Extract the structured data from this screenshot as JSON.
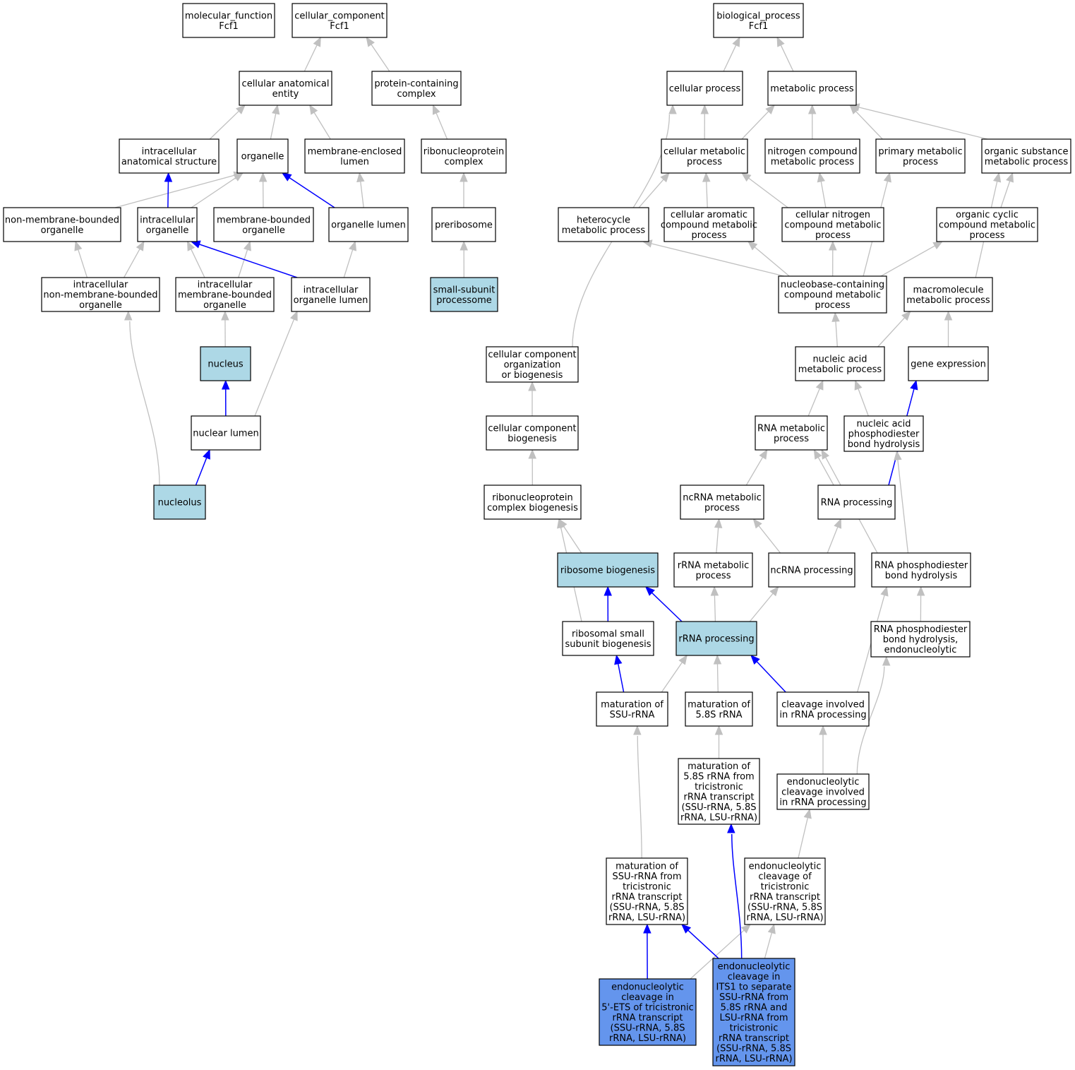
{
  "colors": {
    "default_fill": "#ffffff",
    "highlight_fill": "#add8e6",
    "focus_fill": "#6495ed",
    "gray_edge": "#c0c0c0",
    "blue_edge": "#0000ff"
  },
  "nodes": [
    {
      "id": "mf_root",
      "label": [
        "molecular_function",
        "Fcf1"
      ],
      "fill": "white"
    },
    {
      "id": "cc_root",
      "label": [
        "cellular_component",
        "Fcf1"
      ],
      "fill": "white"
    },
    {
      "id": "bp_root",
      "label": [
        "biological_process",
        "Fcf1"
      ],
      "fill": "white"
    },
    {
      "id": "cell_anat_entity",
      "label": [
        "cellular anatomical",
        "entity"
      ],
      "fill": "white"
    },
    {
      "id": "protein_complex",
      "label": [
        "protein-containing",
        "complex"
      ],
      "fill": "white"
    },
    {
      "id": "cellular_process",
      "label": [
        "cellular process"
      ],
      "fill": "white"
    },
    {
      "id": "metabolic_process",
      "label": [
        "metabolic process"
      ],
      "fill": "white"
    },
    {
      "id": "intracell_anat",
      "label": [
        "intracellular",
        "anatomical structure"
      ],
      "fill": "white"
    },
    {
      "id": "organelle",
      "label": [
        "organelle"
      ],
      "fill": "white"
    },
    {
      "id": "membrane_enclosed_lumen",
      "label": [
        "membrane-enclosed",
        "lumen"
      ],
      "fill": "white"
    },
    {
      "id": "rnp_complex",
      "label": [
        "ribonucleoprotein",
        "complex"
      ],
      "fill": "white"
    },
    {
      "id": "cell_metabolic",
      "label": [
        "cellular metabolic",
        "process"
      ],
      "fill": "white"
    },
    {
      "id": "nitrogen_metabolic",
      "label": [
        "nitrogen compound",
        "metabolic process"
      ],
      "fill": "white"
    },
    {
      "id": "primary_metabolic",
      "label": [
        "primary metabolic",
        "process"
      ],
      "fill": "white"
    },
    {
      "id": "organic_subst",
      "label": [
        "organic substance",
        "metabolic process"
      ],
      "fill": "white"
    },
    {
      "id": "non_membrane_org",
      "label": [
        "non-membrane-bounded",
        "organelle"
      ],
      "fill": "white"
    },
    {
      "id": "intracell_org",
      "label": [
        "intracellular",
        "organelle"
      ],
      "fill": "white"
    },
    {
      "id": "membrane_bounded_org",
      "label": [
        "membrane-bounded",
        "organelle"
      ],
      "fill": "white"
    },
    {
      "id": "organelle_lumen",
      "label": [
        "organelle lumen"
      ],
      "fill": "white"
    },
    {
      "id": "preribosome",
      "label": [
        "preribosome"
      ],
      "fill": "white"
    },
    {
      "id": "heterocycle",
      "label": [
        "heterocycle",
        "metabolic process"
      ],
      "fill": "white"
    },
    {
      "id": "cell_aromatic",
      "label": [
        "cellular aromatic",
        "compound metabolic",
        "process"
      ],
      "fill": "white"
    },
    {
      "id": "cell_nitrogen",
      "label": [
        "cellular nitrogen",
        "compound metabolic",
        "process"
      ],
      "fill": "white"
    },
    {
      "id": "organic_cyclic",
      "label": [
        "organic cyclic",
        "compound metabolic",
        "process"
      ],
      "fill": "white"
    },
    {
      "id": "intracell_nonmem",
      "label": [
        "intracellular",
        "non-membrane-bounded",
        "organelle"
      ],
      "fill": "white"
    },
    {
      "id": "intracell_mem",
      "label": [
        "intracellular",
        "membrane-bounded",
        "organelle"
      ],
      "fill": "white"
    },
    {
      "id": "intracell_org_lumen",
      "label": [
        "intracellular",
        "organelle lumen"
      ],
      "fill": "white"
    },
    {
      "id": "ssu_processome",
      "label": [
        "small-subunit",
        "processome"
      ],
      "fill": "light"
    },
    {
      "id": "nucleobase",
      "label": [
        "nucleobase-containing",
        "compound metabolic",
        "process"
      ],
      "fill": "white"
    },
    {
      "id": "macromolecule",
      "label": [
        "macromolecule",
        "metabolic process"
      ],
      "fill": "white"
    },
    {
      "id": "nucleus",
      "label": [
        "nucleus"
      ],
      "fill": "light"
    },
    {
      "id": "cc_org_biog",
      "label": [
        "cellular component",
        "organization",
        "or biogenesis"
      ],
      "fill": "white"
    },
    {
      "id": "nucleic_acid_met",
      "label": [
        "nucleic acid",
        "metabolic process"
      ],
      "fill": "white"
    },
    {
      "id": "gene_expression",
      "label": [
        "gene expression"
      ],
      "fill": "white"
    },
    {
      "id": "nuclear_lumen",
      "label": [
        "nuclear lumen"
      ],
      "fill": "white"
    },
    {
      "id": "cc_biog",
      "label": [
        "cellular component",
        "biogenesis"
      ],
      "fill": "white"
    },
    {
      "id": "rna_metabolic",
      "label": [
        "RNA metabolic",
        "process"
      ],
      "fill": "white"
    },
    {
      "id": "na_phosphodiester",
      "label": [
        "nucleic acid",
        "phosphodiester",
        "bond hydrolysis"
      ],
      "fill": "white"
    },
    {
      "id": "nucleolus",
      "label": [
        "nucleolus"
      ],
      "fill": "light"
    },
    {
      "id": "rnp_biog",
      "label": [
        "ribonucleoprotein",
        "complex biogenesis"
      ],
      "fill": "white"
    },
    {
      "id": "ncrna_metabolic",
      "label": [
        "ncRNA metabolic",
        "process"
      ],
      "fill": "white"
    },
    {
      "id": "rna_processing",
      "label": [
        "RNA processing"
      ],
      "fill": "white"
    },
    {
      "id": "ribosome_biog",
      "label": [
        "ribosome biogenesis"
      ],
      "fill": "light"
    },
    {
      "id": "rrna_metabolic",
      "label": [
        "rRNA metabolic",
        "process"
      ],
      "fill": "white"
    },
    {
      "id": "ncrna_processing",
      "label": [
        "ncRNA processing"
      ],
      "fill": "white"
    },
    {
      "id": "rna_phosphodiester",
      "label": [
        "RNA phosphodiester",
        "bond hydrolysis"
      ],
      "fill": "white"
    },
    {
      "id": "ribosomal_ssu_biog",
      "label": [
        "ribosomal small",
        "subunit biogenesis"
      ],
      "fill": "white"
    },
    {
      "id": "rrna_processing",
      "label": [
        "rRNA processing"
      ],
      "fill": "light"
    },
    {
      "id": "rna_phos_endo",
      "label": [
        "RNA phosphodiester",
        "bond hydrolysis,",
        "endonucleolytic"
      ],
      "fill": "white"
    },
    {
      "id": "mat_ssu",
      "label": [
        "maturation of",
        "SSU-rRNA"
      ],
      "fill": "white"
    },
    {
      "id": "mat_58s",
      "label": [
        "maturation of",
        "5.8S rRNA"
      ],
      "fill": "white"
    },
    {
      "id": "cleavage_rrna",
      "label": [
        "cleavage involved",
        "in rRNA processing"
      ],
      "fill": "white"
    },
    {
      "id": "mat_58s_tri",
      "label": [
        "maturation of",
        "5.8S rRNA from",
        "tricistronic",
        "rRNA transcript",
        "(SSU-rRNA, 5.8S",
        "rRNA, LSU-rRNA)"
      ],
      "fill": "white"
    },
    {
      "id": "endo_cleavage_rrna",
      "label": [
        "endonucleolytic",
        "cleavage involved",
        "in rRNA processing"
      ],
      "fill": "white"
    },
    {
      "id": "mat_ssu_tri",
      "label": [
        "maturation of",
        "SSU-rRNA from",
        "tricistronic",
        "rRNA transcript",
        "(SSU-rRNA, 5.8S",
        "rRNA, LSU-rRNA)"
      ],
      "fill": "white"
    },
    {
      "id": "endo_tri",
      "label": [
        "endonucleolytic",
        "cleavage of",
        "tricistronic",
        "rRNA transcript",
        "(SSU-rRNA, 5.8S",
        "rRNA, LSU-rRNA)"
      ],
      "fill": "white"
    },
    {
      "id": "endo_5ets",
      "label": [
        "endonucleolytic",
        "cleavage in",
        "5'-ETS of tricistronic",
        "rRNA transcript",
        "(SSU-rRNA, 5.8S",
        "rRNA, LSU-rRNA)"
      ],
      "fill": "focus"
    },
    {
      "id": "endo_its1",
      "label": [
        "endonucleolytic",
        "cleavage in",
        "ITS1 to separate",
        "SSU-rRNA from",
        "5.8S rRNA and",
        "LSU-rRNA from",
        "tricistronic",
        "rRNA transcript",
        "(SSU-rRNA, 5.8S",
        "rRNA, LSU-rRNA)"
      ],
      "fill": "focus"
    }
  ],
  "edges": [
    {
      "from": "cell_anat_entity",
      "to": "cc_root",
      "color": "gray"
    },
    {
      "from": "protein_complex",
      "to": "cc_root",
      "color": "gray"
    },
    {
      "from": "intracell_anat",
      "to": "cell_anat_entity",
      "color": "gray"
    },
    {
      "from": "organelle",
      "to": "cell_anat_entity",
      "color": "gray"
    },
    {
      "from": "membrane_enclosed_lumen",
      "to": "cell_anat_entity",
      "color": "gray"
    },
    {
      "from": "rnp_complex",
      "to": "protein_complex",
      "color": "gray"
    },
    {
      "from": "non_membrane_org",
      "to": "organelle",
      "color": "gray"
    },
    {
      "from": "intracell_org",
      "to": "organelle",
      "color": "gray"
    },
    {
      "from": "intracell_org",
      "to": "intracell_anat",
      "color": "blue"
    },
    {
      "from": "membrane_bounded_org",
      "to": "organelle",
      "color": "gray"
    },
    {
      "from": "organelle_lumen",
      "to": "organelle",
      "color": "blue"
    },
    {
      "from": "organelle_lumen",
      "to": "membrane_enclosed_lumen",
      "color": "gray"
    },
    {
      "from": "preribosome",
      "to": "rnp_complex",
      "color": "gray"
    },
    {
      "from": "intracell_nonmem",
      "to": "non_membrane_org",
      "color": "gray"
    },
    {
      "from": "intracell_nonmem",
      "to": "intracell_org",
      "color": "gray"
    },
    {
      "from": "intracell_mem",
      "to": "intracell_org",
      "color": "gray"
    },
    {
      "from": "intracell_mem",
      "to": "membrane_bounded_org",
      "color": "gray"
    },
    {
      "from": "intracell_org_lumen",
      "to": "intracell_org",
      "color": "blue"
    },
    {
      "from": "intracell_org_lumen",
      "to": "organelle_lumen",
      "color": "gray"
    },
    {
      "from": "ssu_processome",
      "to": "preribosome",
      "color": "gray"
    },
    {
      "from": "nucleus",
      "to": "intracell_mem",
      "color": "gray"
    },
    {
      "from": "nuclear_lumen",
      "to": "nucleus",
      "color": "blue"
    },
    {
      "from": "nuclear_lumen",
      "to": "intracell_org_lumen",
      "color": "gray"
    },
    {
      "from": "nucleolus",
      "to": "nuclear_lumen",
      "color": "blue"
    },
    {
      "from": "nucleolus",
      "to": "intracell_nonmem",
      "color": "gray"
    },
    {
      "from": "cellular_process",
      "to": "bp_root",
      "color": "gray"
    },
    {
      "from": "metabolic_process",
      "to": "bp_root",
      "color": "gray"
    },
    {
      "from": "cell_metabolic",
      "to": "cellular_process",
      "color": "gray"
    },
    {
      "from": "cell_metabolic",
      "to": "metabolic_process",
      "color": "gray"
    },
    {
      "from": "nitrogen_metabolic",
      "to": "metabolic_process",
      "color": "gray"
    },
    {
      "from": "primary_metabolic",
      "to": "metabolic_process",
      "color": "gray"
    },
    {
      "from": "organic_subst",
      "to": "metabolic_process",
      "color": "gray"
    },
    {
      "from": "heterocycle",
      "to": "cell_metabolic",
      "color": "gray"
    },
    {
      "from": "cell_aromatic",
      "to": "cell_metabolic",
      "color": "gray"
    },
    {
      "from": "cell_nitrogen",
      "to": "cell_metabolic",
      "color": "gray"
    },
    {
      "from": "cell_nitrogen",
      "to": "nitrogen_metabolic",
      "color": "gray"
    },
    {
      "from": "organic_cyclic",
      "to": "organic_subst",
      "color": "gray"
    },
    {
      "from": "nucleobase",
      "to": "heterocycle",
      "color": "gray"
    },
    {
      "from": "nucleobase",
      "to": "cell_aromatic",
      "color": "gray"
    },
    {
      "from": "nucleobase",
      "to": "cell_nitrogen",
      "color": "gray"
    },
    {
      "from": "nucleobase",
      "to": "organic_cyclic",
      "color": "gray"
    },
    {
      "from": "nucleobase",
      "to": "primary_metabolic",
      "color": "gray"
    },
    {
      "from": "macromolecule",
      "to": "organic_subst",
      "color": "gray"
    },
    {
      "from": "nucleic_acid_met",
      "to": "nucleobase",
      "color": "gray"
    },
    {
      "from": "nucleic_acid_met",
      "to": "macromolecule",
      "color": "gray"
    },
    {
      "from": "gene_expression",
      "to": "macromolecule",
      "color": "gray"
    },
    {
      "from": "cc_org_biog",
      "to": "cellular_process",
      "color": "gray"
    },
    {
      "from": "cc_biog",
      "to": "cc_org_biog",
      "color": "gray"
    },
    {
      "from": "rnp_biog",
      "to": "cc_biog",
      "color": "gray"
    },
    {
      "from": "rna_metabolic",
      "to": "nucleic_acid_met",
      "color": "gray"
    },
    {
      "from": "na_phosphodiester",
      "to": "nucleic_acid_met",
      "color": "gray"
    },
    {
      "from": "ncrna_metabolic",
      "to": "rna_metabolic",
      "color": "gray"
    },
    {
      "from": "rna_processing",
      "to": "rna_metabolic",
      "color": "gray"
    },
    {
      "from": "rna_processing",
      "to": "gene_expression",
      "color": "blue"
    },
    {
      "from": "ribosome_biog",
      "to": "rnp_biog",
      "color": "gray"
    },
    {
      "from": "rrna_metabolic",
      "to": "ncrna_metabolic",
      "color": "gray"
    },
    {
      "from": "ncrna_processing",
      "to": "ncrna_metabolic",
      "color": "gray"
    },
    {
      "from": "ncrna_processing",
      "to": "rna_processing",
      "color": "gray"
    },
    {
      "from": "rna_phosphodiester",
      "to": "rna_metabolic",
      "color": "gray"
    },
    {
      "from": "rna_phosphodiester",
      "to": "na_phosphodiester",
      "color": "gray"
    },
    {
      "from": "ribosomal_ssu_biog",
      "to": "ribosome_biog",
      "color": "blue"
    },
    {
      "from": "ribosomal_ssu_biog",
      "to": "rnp_biog",
      "color": "gray"
    },
    {
      "from": "rrna_processing",
      "to": "ribosome_biog",
      "color": "blue"
    },
    {
      "from": "rrna_processing",
      "to": "rrna_metabolic",
      "color": "gray"
    },
    {
      "from": "rrna_processing",
      "to": "ncrna_processing",
      "color": "gray"
    },
    {
      "from": "rna_phos_endo",
      "to": "rna_phosphodiester",
      "color": "gray"
    },
    {
      "from": "mat_ssu",
      "to": "ribosomal_ssu_biog",
      "color": "blue"
    },
    {
      "from": "mat_ssu",
      "to": "rrna_processing",
      "color": "gray"
    },
    {
      "from": "mat_58s",
      "to": "rrna_processing",
      "color": "gray"
    },
    {
      "from": "cleavage_rrna",
      "to": "rrna_processing",
      "color": "blue"
    },
    {
      "from": "cleavage_rrna",
      "to": "rna_phosphodiester",
      "color": "gray"
    },
    {
      "from": "mat_58s_tri",
      "to": "mat_58s",
      "color": "gray"
    },
    {
      "from": "endo_cleavage_rrna",
      "to": "cleavage_rrna",
      "color": "gray"
    },
    {
      "from": "endo_cleavage_rrna",
      "to": "rna_phos_endo",
      "color": "gray"
    },
    {
      "from": "mat_ssu_tri",
      "to": "mat_ssu",
      "color": "gray"
    },
    {
      "from": "endo_tri",
      "to": "endo_cleavage_rrna",
      "color": "gray"
    },
    {
      "from": "endo_5ets",
      "to": "mat_ssu_tri",
      "color": "blue"
    },
    {
      "from": "endo_5ets",
      "to": "endo_tri",
      "color": "gray"
    },
    {
      "from": "endo_its1",
      "to": "mat_ssu_tri",
      "color": "blue"
    },
    {
      "from": "endo_its1",
      "to": "mat_58s_tri",
      "color": "blue"
    },
    {
      "from": "endo_its1",
      "to": "endo_tri",
      "color": "gray"
    }
  ]
}
